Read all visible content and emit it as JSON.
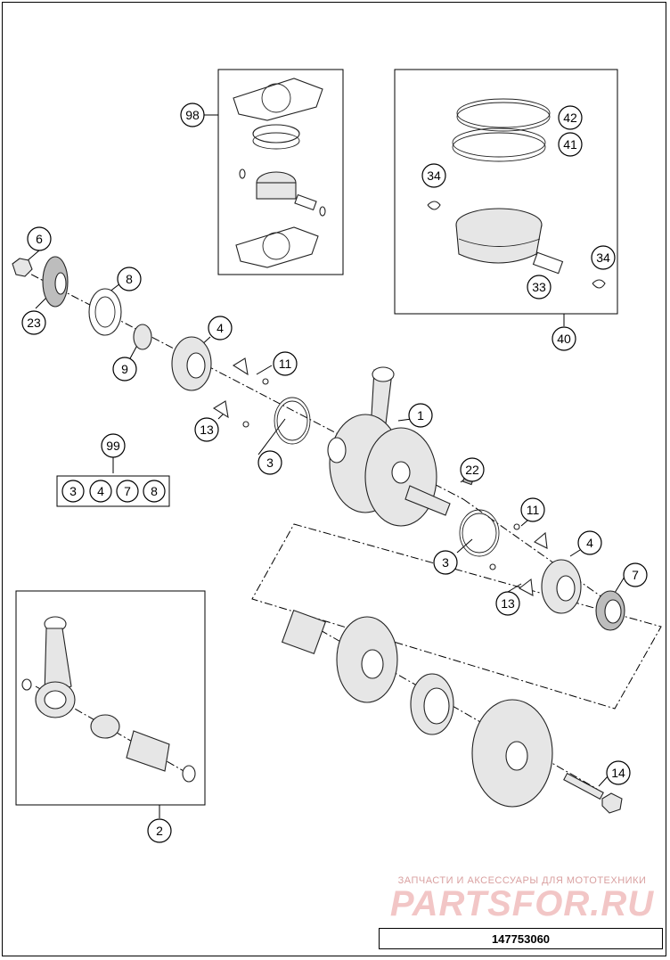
{
  "callouts": [
    "98",
    "42",
    "41",
    "34",
    "34",
    "33",
    "40",
    "6",
    "8",
    "23",
    "9",
    "4",
    "11",
    "13",
    "1",
    "3",
    "99",
    "22",
    "11",
    "4",
    "7",
    "3",
    "13",
    "14",
    "2"
  ],
  "kit99_items": [
    "3",
    "4",
    "7",
    "8"
  ],
  "watermark": {
    "top": "ЗАПЧАСТИ И АКСЕССУАРЫ ДЛЯ МОТОТЕХНИКИ",
    "main": "PARTSFOR.RU"
  },
  "doc_number": "147753060"
}
